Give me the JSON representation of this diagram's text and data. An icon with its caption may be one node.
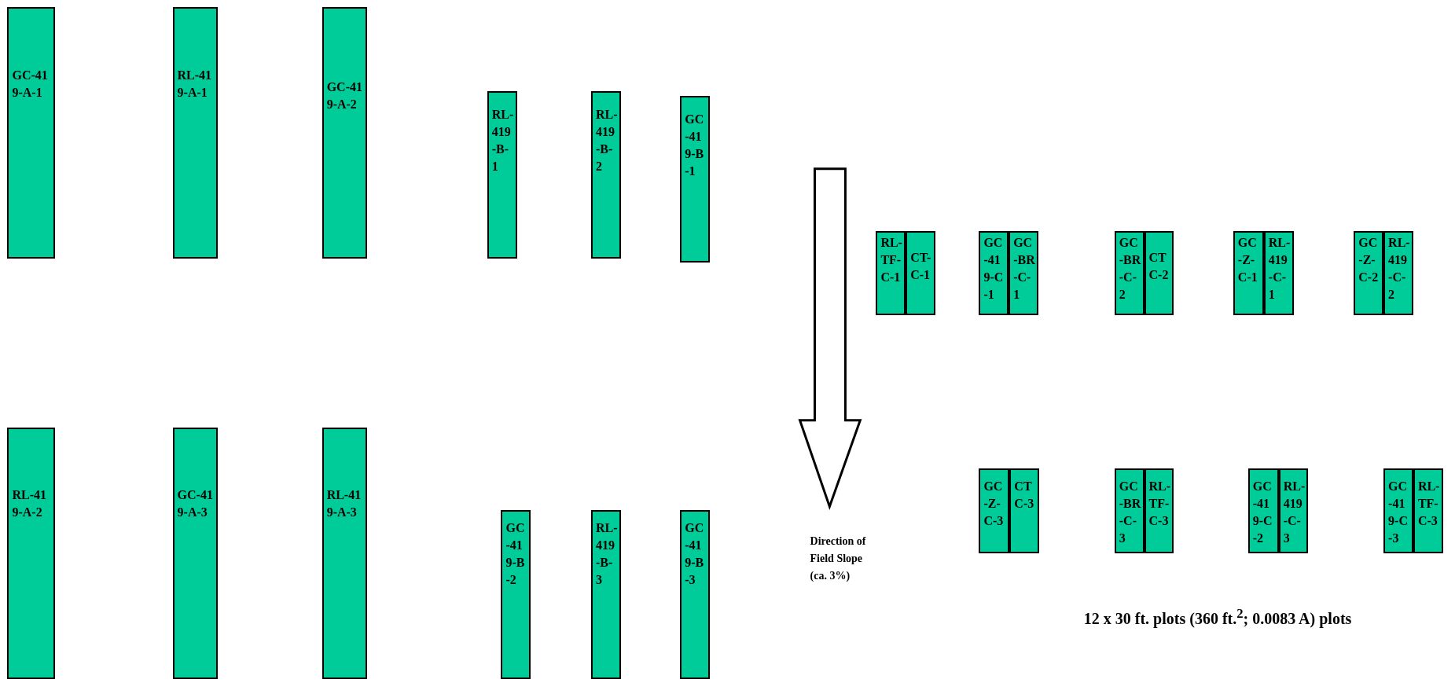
{
  "diagram": {
    "nodes": [
      {
        "text": [
          "GC-419-A-1"
        ]
      },
      {
        "text": [
          "RL-419-A-1"
        ]
      },
      {
        "text": [
          "GC-419-A-2"
        ]
      },
      {
        "text": [
          "RL-419-B-1"
        ]
      },
      {
        "text": [
          "RL-419-B-2"
        ]
      },
      {
        "text": [
          "GC-419-B-1"
        ]
      },
      {
        "text": [
          "RL-TF-C-1"
        ]
      },
      {
        "text": [
          "CT-C-1"
        ]
      },
      {
        "text": [
          "GC-419-C-1"
        ]
      },
      {
        "text": [
          "GC-BR-C-1"
        ]
      },
      {
        "text": [
          "GC-BR-C-2"
        ]
      },
      {
        "text": [
          "CTC-2"
        ]
      },
      {
        "text": [
          "GC-Z-C-1"
        ]
      },
      {
        "text": [
          "RL-419-C-1"
        ]
      },
      {
        "text": [
          "GC-Z-C-2"
        ]
      },
      {
        "text": [
          "RL-419-C-2"
        ]
      },
      {
        "text": [
          "RL-419-A-2"
        ]
      },
      {
        "text": [
          "GC-419-A-3"
        ]
      },
      {
        "text": [
          "RL-419-A-3"
        ]
      },
      {
        "text": [
          "GC-419-B-2"
        ]
      },
      {
        "text": [
          "RL-419-B-3"
        ]
      },
      {
        "text": [
          "GC-419-B-3"
        ]
      },
      {
        "text": [
          "GC-Z-C-3"
        ]
      },
      {
        "text": [
          "CTC-3"
        ]
      },
      {
        "text": [
          "GC-BR-C-3"
        ]
      },
      {
        "text": [
          "RL-TF-C-3"
        ]
      },
      {
        "text": [
          "GC-419-C-2"
        ]
      },
      {
        "text": [
          "RL-419-C-3"
        ]
      },
      {
        "text": [
          "GC-419-C-3"
        ]
      },
      {
        "text": [
          "RL-TF-C-3"
        ]
      }
    ],
    "labels": [
      "Direction of Field Slope (ca. 3%)",
      "12 x 30 ft. plots (360 ft.$^{2}$; 0.0083 A) plots"
    ]
  }
}
